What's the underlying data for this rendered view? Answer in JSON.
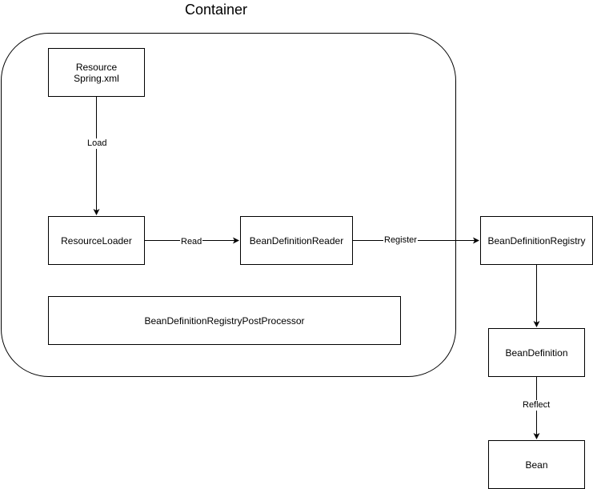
{
  "container": {
    "title": "Container"
  },
  "nodes": {
    "resource": {
      "line1": "Resource",
      "line2": "Spring.xml"
    },
    "resource_loader": "ResourceLoader",
    "bean_definition_reader": "BeanDefinitionReader",
    "post_processor": "BeanDefinitionRegistryPostProcessor",
    "bean_definition_registry": "BeanDefinitionRegistry",
    "bean_definition": "BeanDefinition",
    "bean": "Bean"
  },
  "edges": {
    "load": "Load",
    "read": "Read",
    "register": "Register",
    "reflect": "Reflect"
  }
}
